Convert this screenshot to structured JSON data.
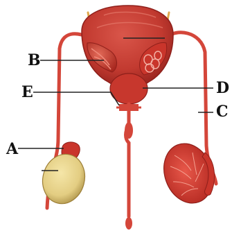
{
  "labels": {
    "a": "A",
    "b": "B",
    "c": "C",
    "d": "D",
    "e": "E"
  },
  "colors": {
    "bladder": "#c23a30",
    "bladder_dark": "#8e1f1a",
    "duct": "#d4463a",
    "testis": "#e8d48a",
    "testis_shade": "#b49a50",
    "ureter": "#e0a84c",
    "leader": "#222222"
  }
}
